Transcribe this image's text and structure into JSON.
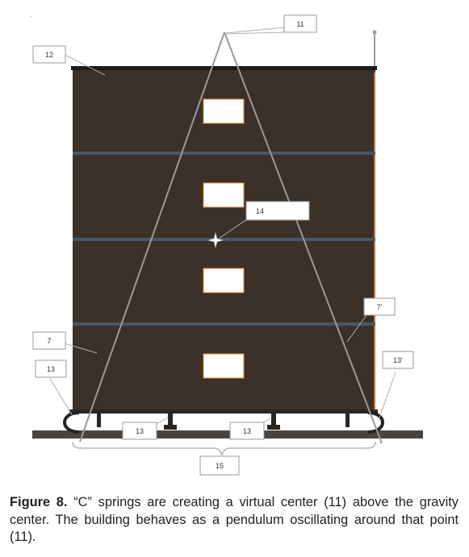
{
  "labels": {
    "apex": "11",
    "top_slab": "12",
    "center": "14",
    "right_column": "7'",
    "left_column": "7",
    "left_spring": "13",
    "right_spring": "13'",
    "bottom_left_spring": "13",
    "bottom_right_spring": "13",
    "span": "15"
  },
  "caption": {
    "label": "Figure 8.",
    "text": " “C” springs are creating a virtual center (11) above the gravity center. The building behaves as a pendulum oscillating around that point (11)."
  },
  "colors": {
    "building": "#3b3128",
    "floor_band": "#4d5668",
    "window": "#ffffff",
    "window_edge": "#e08a3c",
    "ground": "#4a4440",
    "line": "#9a9a9a"
  },
  "marker": "."
}
